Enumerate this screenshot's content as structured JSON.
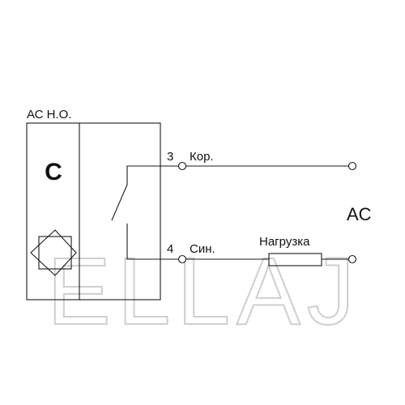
{
  "sensor": {
    "type_label": "АС Н.О.",
    "letter": "C"
  },
  "terminals": [
    {
      "number": "3",
      "wire": "Кор."
    },
    {
      "number": "4",
      "wire": "Син."
    }
  ],
  "load_label": "Нагрузка",
  "supply_label": "AC",
  "watermark": "ELLAJ",
  "colors": {
    "line": "#1a1a1a",
    "watermark": "#cfcfcf"
  }
}
